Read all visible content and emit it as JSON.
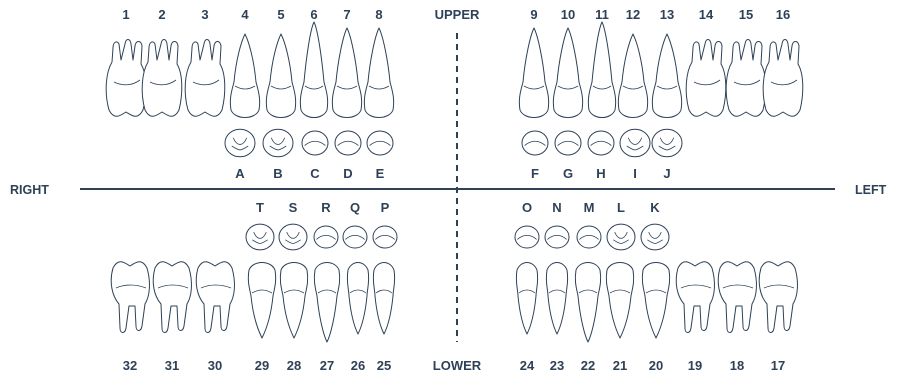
{
  "header": {
    "upper": "UPPER",
    "lower": "LOWER"
  },
  "sides": {
    "right": "RIGHT",
    "left": "LEFT"
  },
  "permanent_upper": [
    "1",
    "2",
    "3",
    "4",
    "5",
    "6",
    "7",
    "8",
    "9",
    "10",
    "11",
    "12",
    "13",
    "14",
    "15",
    "16"
  ],
  "permanent_lower": [
    "32",
    "31",
    "30",
    "29",
    "28",
    "27",
    "26",
    "25",
    "24",
    "23",
    "22",
    "21",
    "20",
    "19",
    "18",
    "17"
  ],
  "primary_upper": [
    "A",
    "B",
    "C",
    "D",
    "E",
    "F",
    "G",
    "H",
    "I",
    "J"
  ],
  "primary_lower": [
    "T",
    "S",
    "R",
    "Q",
    "P",
    "O",
    "N",
    "M",
    "L",
    "K"
  ],
  "colors": {
    "ink": "#2e4157",
    "background": "#ffffff"
  }
}
